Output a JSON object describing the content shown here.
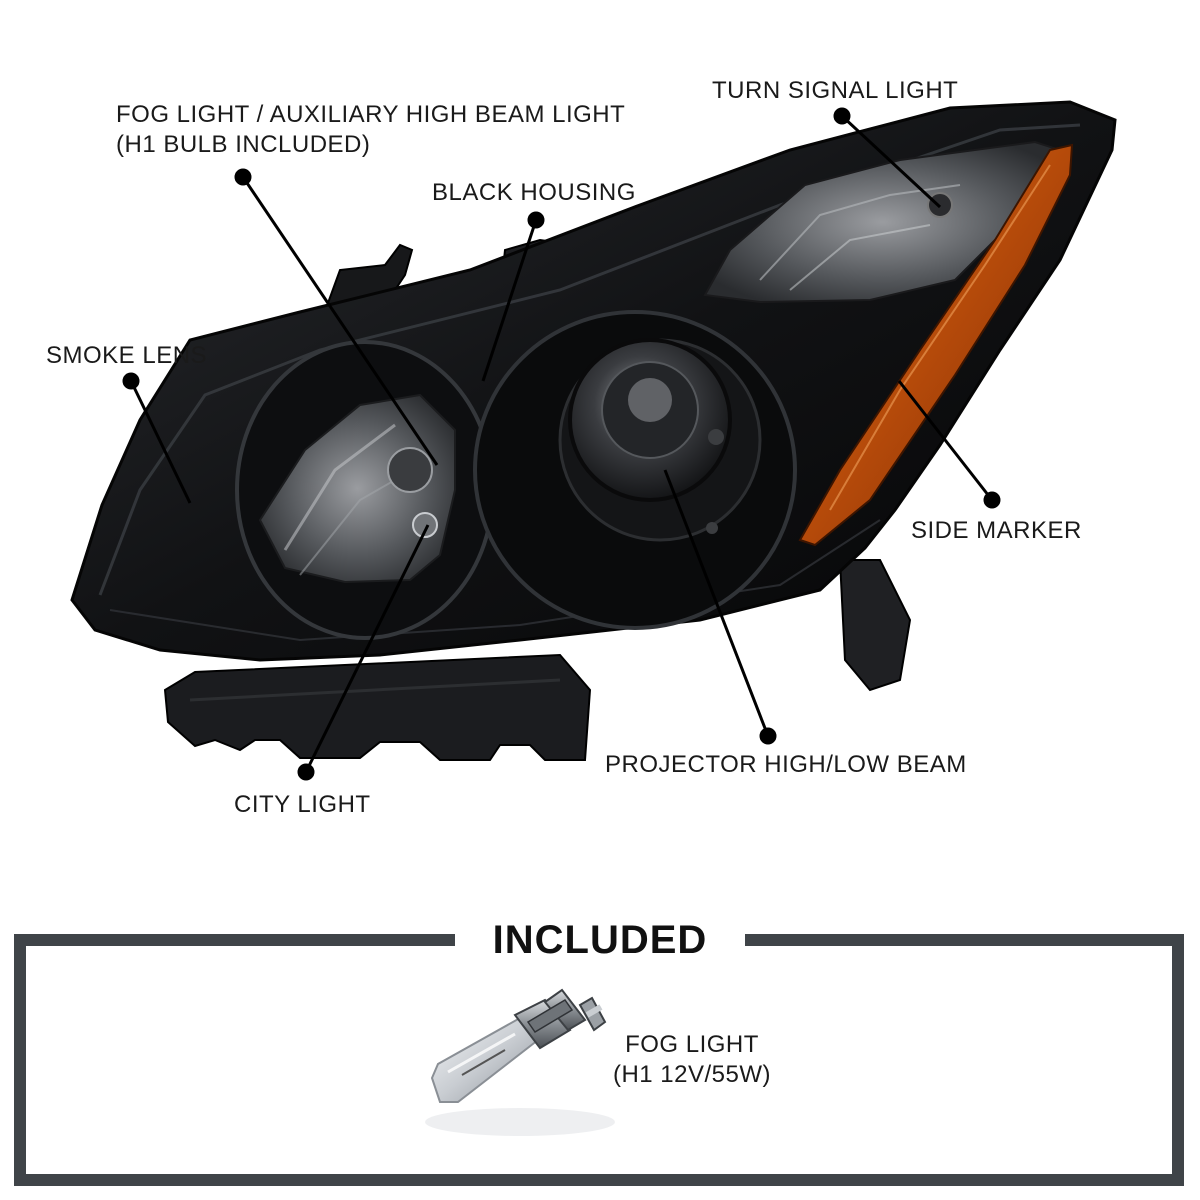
{
  "callouts": {
    "turn_signal": "TURN SIGNAL LIGHT",
    "fog_light_line1": "FOG LIGHT / AUXILIARY HIGH BEAM LIGHT",
    "fog_light_line2": "(H1 BULB INCLUDED)",
    "black_housing": "BLACK HOUSING",
    "smoke_lens": "SMOKE LENS",
    "side_marker": "SIDE MARKER",
    "projector": "PROJECTOR HIGH/LOW BEAM",
    "city_light": "CITY LIGHT"
  },
  "included": {
    "title": "INCLUDED",
    "item_line1": "FOG LIGHT",
    "item_line2": "(H1 12V/55W)"
  },
  "colors": {
    "housing": "#141416",
    "amber": "#c1580d",
    "smoke": "#5c5f63",
    "frame": "#3f4448"
  }
}
